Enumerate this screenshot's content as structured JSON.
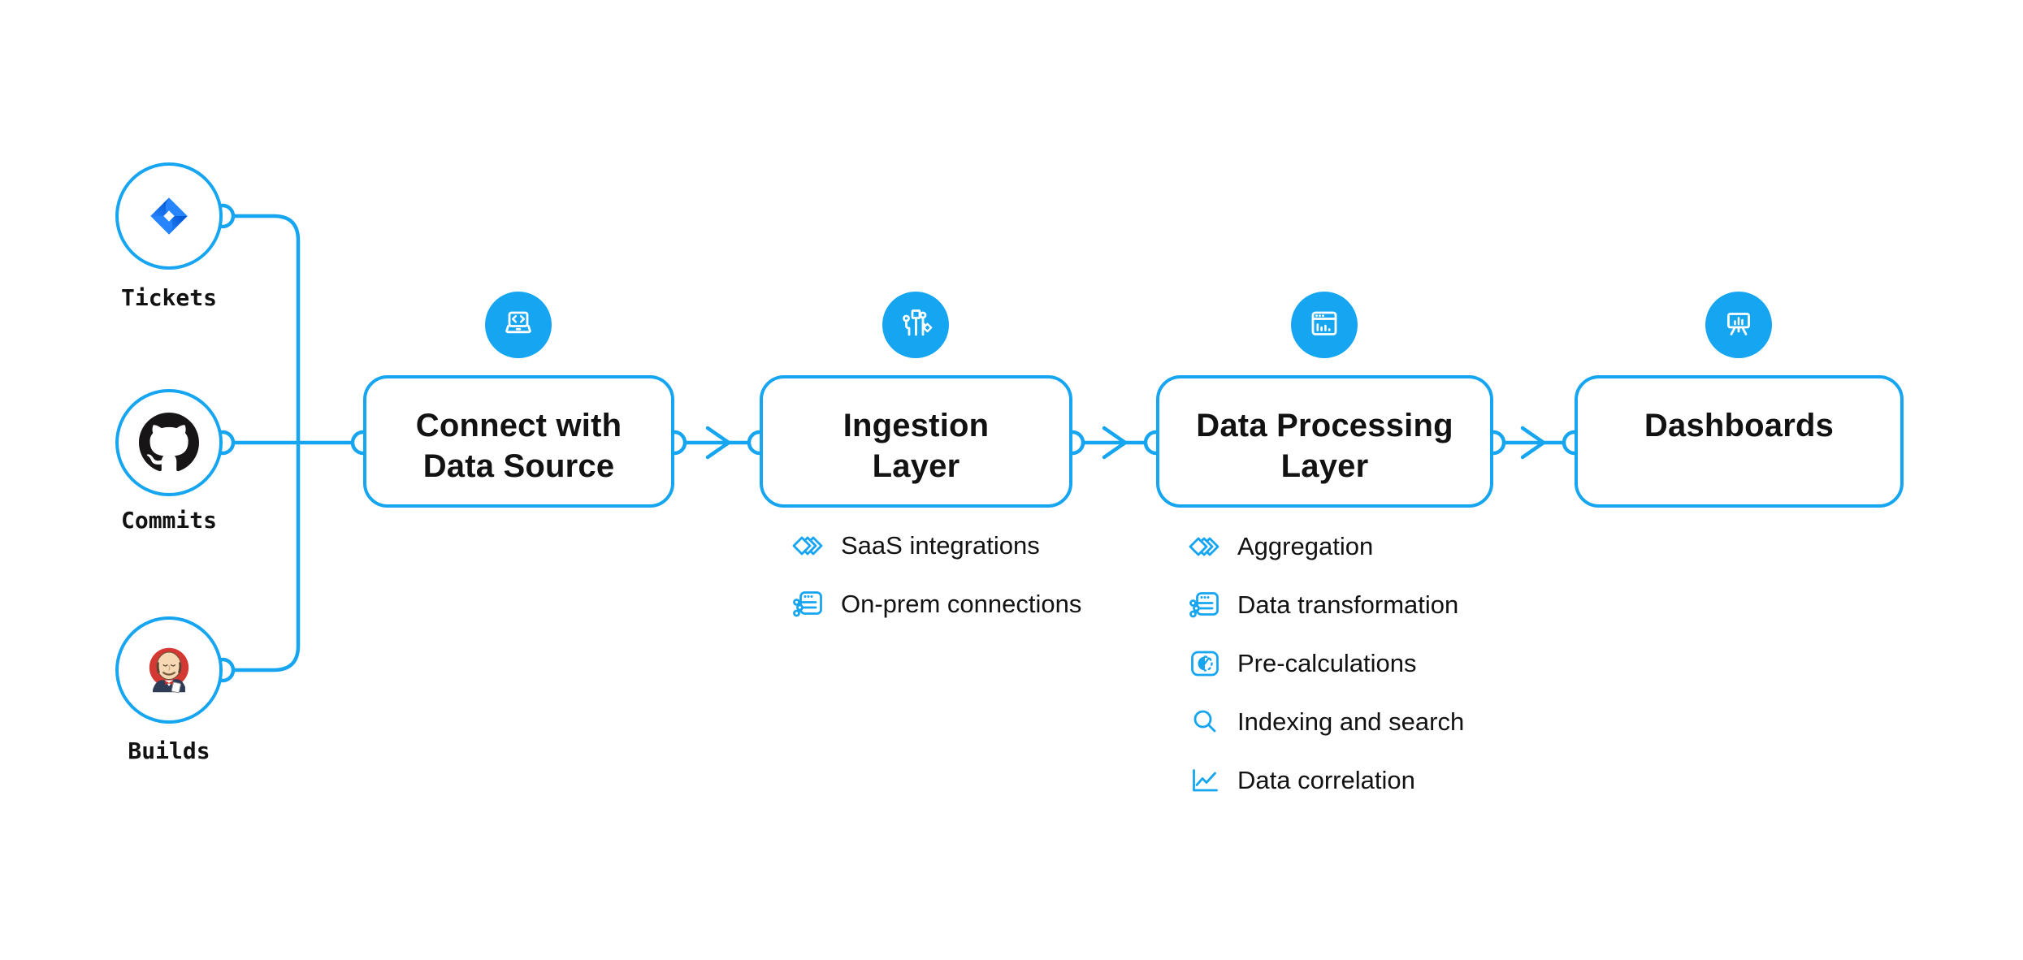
{
  "colors": {
    "accent_blue": "#16A5F0",
    "text": "#121212",
    "background": "#FFFFFF",
    "jira_blue": "#2684FF",
    "jira_dark_blue": "#0052CC",
    "github_black": "#171515",
    "jenkins_red": "#D33833"
  },
  "sources": [
    {
      "label": "Tickets",
      "icon": "jira-icon"
    },
    {
      "label": "Commits",
      "icon": "github-icon"
    },
    {
      "label": "Builds",
      "icon": "jenkins-icon"
    }
  ],
  "stages": [
    {
      "title_lines": [
        "Connect with",
        "Data Source"
      ],
      "icon": "laptop-code-icon",
      "items": []
    },
    {
      "title_lines": [
        "Ingestion",
        "Layer"
      ],
      "icon": "circuit-branch-icon",
      "items": [
        {
          "label": "SaaS integrations",
          "icon": "stacked-diamonds-icon"
        },
        {
          "label": "On-prem connections",
          "icon": "window-sliders-icon"
        }
      ]
    },
    {
      "title_lines": [
        "Data Processing",
        "Layer"
      ],
      "icon": "window-chart-icon",
      "items": [
        {
          "label": "Aggregation",
          "icon": "stacked-diamonds-icon"
        },
        {
          "label": "Data transformation",
          "icon": "window-sliders-icon"
        },
        {
          "label": "Pre-calculations",
          "icon": "gauge-icon"
        },
        {
          "label": "Indexing and search",
          "icon": "search-icon"
        },
        {
          "label": "Data correlation",
          "icon": "line-chart-icon"
        }
      ]
    },
    {
      "title_lines": [
        "Dashboards"
      ],
      "icon": "presentation-chart-icon",
      "items": []
    }
  ]
}
